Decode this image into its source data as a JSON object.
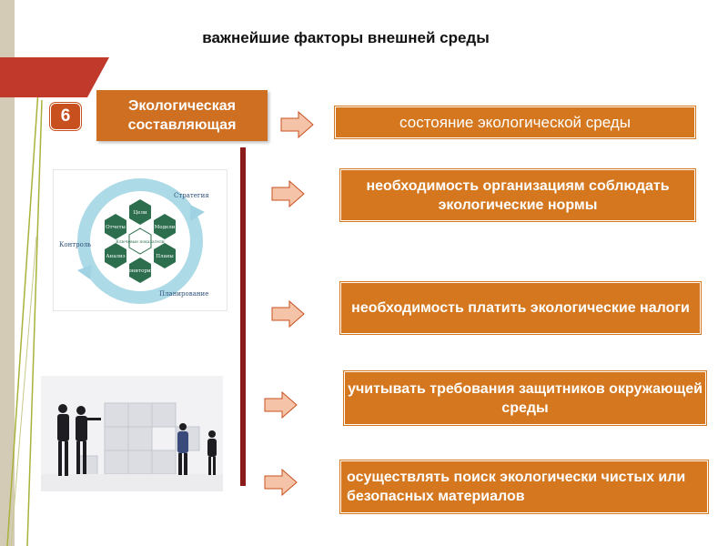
{
  "title": "важнейшие факторы внешней среды",
  "badge_number": "6",
  "component_box": "Экологическая составляющая",
  "factors": [
    "состояние экологической среды",
    "необходимость организациям соблюдать экологические нормы",
    "необходимость платить экологические налоги",
    "учитывать требования защитников окружающей среды",
    "осуществлять поиск экологически чистых или безопасных материалов"
  ],
  "cycle_diagram": {
    "center": "Ключевые показатели",
    "nodes": [
      "Цели",
      "Модели",
      "Планы",
      "Мониторинг",
      "Анализ",
      "Отчеты"
    ],
    "outer_labels": [
      "Стратегия",
      "Контроль",
      "Планирование"
    ]
  },
  "colors": {
    "accent": "#d4771f",
    "badge": "#c8501e",
    "banner": "#c0392b",
    "divider": "#8b1a1a",
    "arrow": "#f4c3a8"
  }
}
